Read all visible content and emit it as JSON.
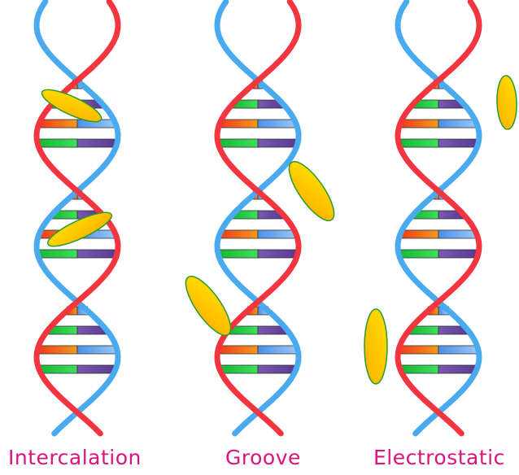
{
  "captions": [
    "Intercalation",
    "Groove",
    "Electrostatic"
  ],
  "colors": {
    "strand_red": "#f2353f",
    "strand_blue": "#4aaaf0",
    "base_red": "#f03a1a",
    "base_orange": "#f59a1c",
    "base_green": "#22c842",
    "base_purple": "#6a4aa0",
    "base_blue": "#5aa0f0",
    "ligand_yellow": "#ffd500",
    "ligand_outline": "#2a9a2a",
    "caption": "#d8157c"
  },
  "helices": [
    {
      "binding_mode": "intercalation"
    },
    {
      "binding_mode": "groove"
    },
    {
      "binding_mode": "electrostatic"
    }
  ]
}
